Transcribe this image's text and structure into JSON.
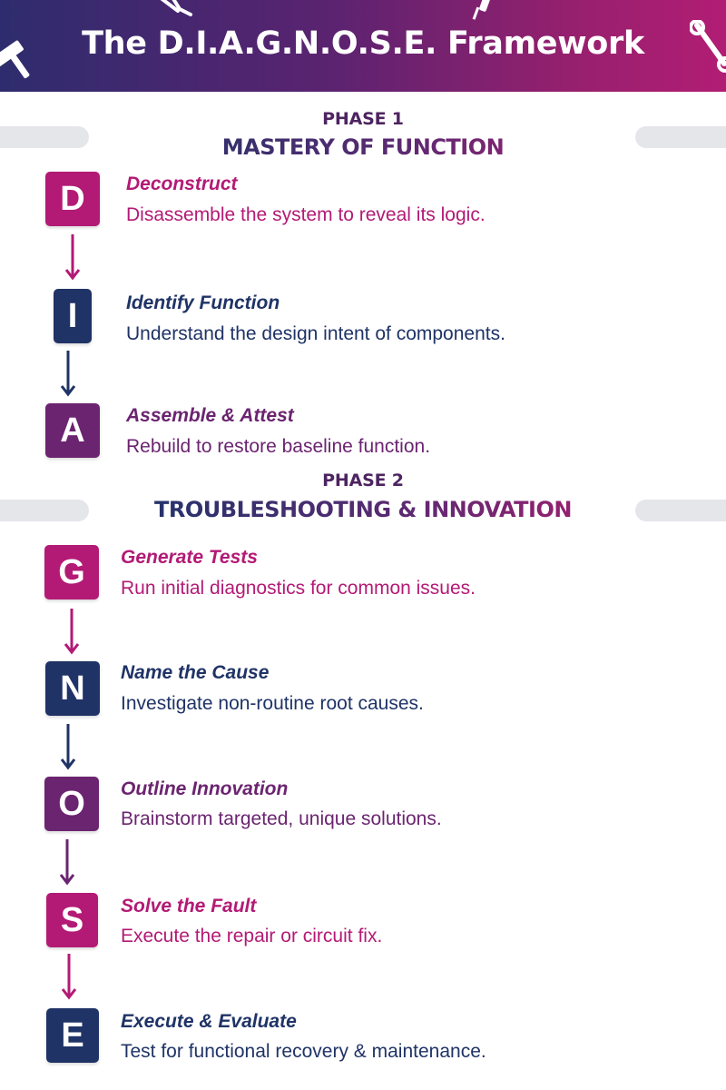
{
  "header": {
    "title": "The D.I.A.G.N.O.S.E. Framework"
  },
  "phase1": {
    "label": "PHASE 1",
    "title": "MASTERY OF FUNCTION"
  },
  "phase2": {
    "label": "PHASE 2",
    "title": "TROUBLESHOOTING & INNOVATION"
  },
  "colors": {
    "pink": "#b31a75",
    "navy": "#1f3366",
    "purple": "#6b2470",
    "pill": "#e5e6ea"
  },
  "steps": [
    {
      "letter": "D",
      "title": "Deconstruct",
      "desc": "Disassemble the system to reveal its logic."
    },
    {
      "letter": "I",
      "title": "Identify Function",
      "desc": "Understand the design intent of components."
    },
    {
      "letter": "A",
      "title": "Assemble & Attest",
      "desc": "Rebuild to restore baseline function."
    },
    {
      "letter": "G",
      "title": "Generate Tests",
      "desc": "Run initial diagnostics for common issues."
    },
    {
      "letter": "N",
      "title": "Name the Cause",
      "desc": "Investigate non-routine root causes."
    },
    {
      "letter": "O",
      "title": "Outline Innovation",
      "desc": "Brainstorm targeted, unique solutions."
    },
    {
      "letter": "S",
      "title": "Solve the Fault",
      "desc": "Execute the repair or circuit fix."
    },
    {
      "letter": "E",
      "title": "Execute & Evaluate",
      "desc": "Test for functional recovery & maintenance."
    }
  ],
  "icons": [
    "hammer-icon",
    "pliers-icon",
    "screwdriver-icon",
    "wrench-icon",
    "down-arrow-icon"
  ]
}
